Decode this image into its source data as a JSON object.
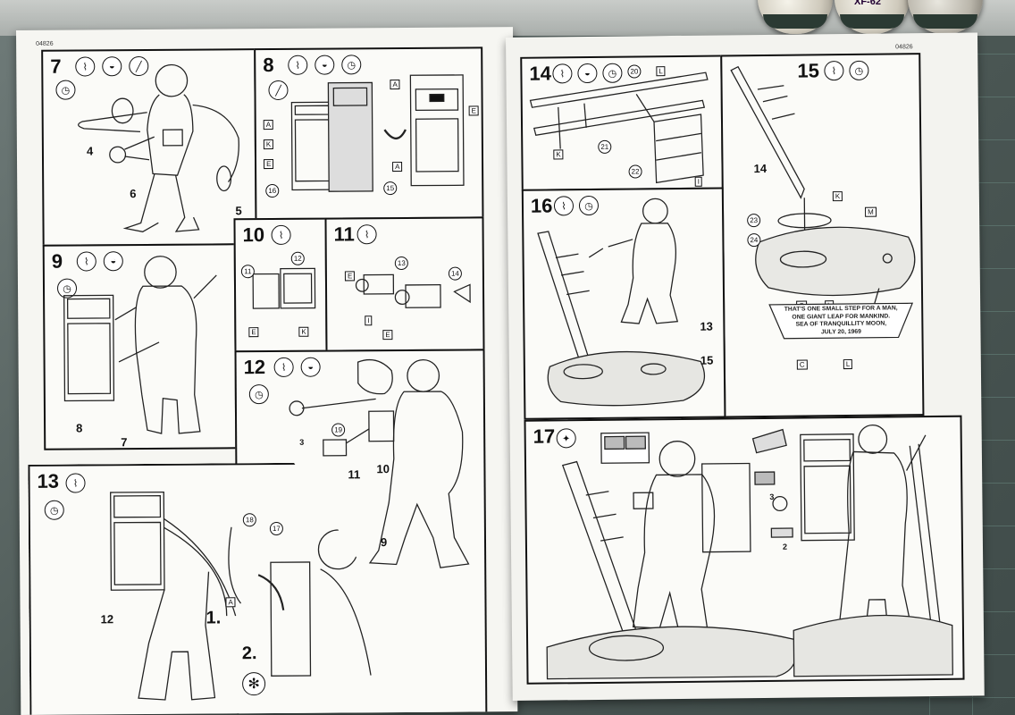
{
  "left_page": {
    "code": "04826",
    "steps": [
      {
        "number": "7",
        "parts": [
          "4",
          "6",
          "5"
        ]
      },
      {
        "number": "8",
        "parts": [
          "16",
          "15"
        ]
      },
      {
        "number": "9",
        "parts": [
          "8",
          "7"
        ]
      },
      {
        "number": "10",
        "parts": [
          "11",
          "12"
        ]
      },
      {
        "number": "11",
        "parts": [
          "13",
          "14"
        ]
      },
      {
        "number": "12",
        "parts": [
          "19",
          "3",
          "11",
          "10",
          "9"
        ]
      },
      {
        "number": "13",
        "parts": [
          "18",
          "17",
          "12"
        ],
        "substeps": [
          "1.",
          "2."
        ]
      }
    ]
  },
  "right_page": {
    "code": "04826",
    "steps": [
      {
        "number": "14",
        "parts": [
          "20",
          "21",
          "22"
        ]
      },
      {
        "number": "15",
        "parts": [
          "14",
          "23",
          "24"
        ]
      },
      {
        "number": "16",
        "parts": [
          "13",
          "15"
        ]
      },
      {
        "number": "17",
        "parts": [
          "3",
          "2"
        ]
      }
    ],
    "plaque_lines": [
      "THAT'S ONE SMALL STEP FOR A MAN,",
      "ONE GIANT LEAP FOR MANKIND.",
      "SEA OF TRANQUILLITY MOON,",
      "JULY 20, 1969"
    ]
  },
  "part_tags": [
    "A",
    "K",
    "E",
    "I",
    "C",
    "L",
    "M"
  ],
  "jar_label": "XF-62"
}
